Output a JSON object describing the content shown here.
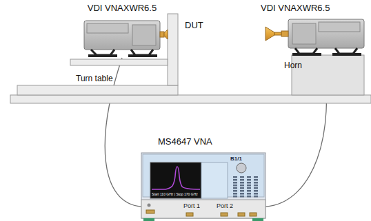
{
  "diagram": {
    "nodes": [
      {
        "text": [
          "VDI VNAXWR6.5"
        ]
      },
      {
        "text": [
          "VDI VNAXWR6.5"
        ]
      },
      {
        "text": [
          "MS4647 VNA"
        ]
      }
    ],
    "edges": [
      {
        "from": 2,
        "to": 0,
        "arrow": "none"
      },
      {
        "from": 2,
        "to": 1,
        "arrow": "none"
      }
    ],
    "labels": [
      "DUT",
      "Turn table",
      "Horn",
      "B1/1",
      "Start 110 GHz | Stop 170 GHz",
      "Port 1",
      "Port 2"
    ]
  }
}
